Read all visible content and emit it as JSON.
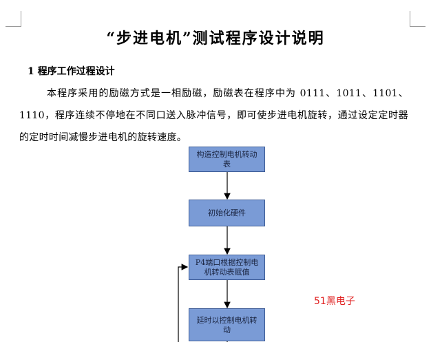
{
  "document": {
    "title": "“步进电机”测试程序设计说明",
    "section_heading": "1 程序工作过程设计",
    "paragraph": "本程序采用的励磁方式是一相励磁，励磁表在程序中为 0111、1011、1101、1110，程序连续不停地在不同口送入脉冲信号，即可使步进电机旋转，通过设定定时器的定时时间减慢步进电机的旋转速度。"
  },
  "flowchart": {
    "steps": [
      "构造控制电机转动表",
      "初始化硬件",
      "P4端口根据控制电机转动表赋值",
      "延时以控制电机转动"
    ],
    "box_color": "#7a9bd6",
    "border_color": "#3b5a95"
  },
  "watermark": "51黑电子"
}
